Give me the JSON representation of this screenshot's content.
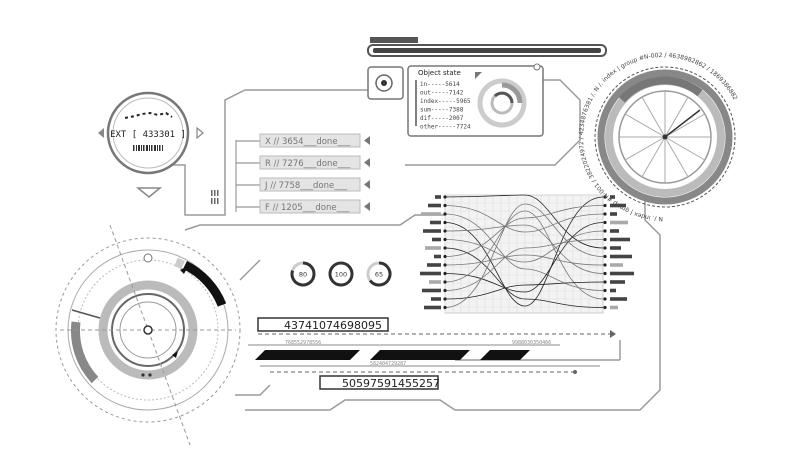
{
  "top_bar": {
    "label": ""
  },
  "ext_dial": {
    "label": "EXT [ 433301 ]"
  },
  "object_state": {
    "title": "Object state",
    "rows": [
      {
        "key": "in",
        "value": "5614"
      },
      {
        "key": "out",
        "value": "7142"
      },
      {
        "key": "index",
        "value": "5965"
      },
      {
        "key": "sum",
        "value": "7388"
      },
      {
        "key": "dif",
        "value": "2007"
      },
      {
        "key": "other",
        "value": "7724"
      }
    ]
  },
  "status_list": [
    {
      "label": "X // 3654___done___"
    },
    {
      "label": "R // 7276___done___"
    },
    {
      "label": "J // 7758___done___"
    },
    {
      "label": "F // 1205___done___"
    }
  ],
  "gauges": [
    {
      "value": "80",
      "percent": 80
    },
    {
      "value": "100",
      "percent": 100
    },
    {
      "value": "65",
      "percent": 65
    }
  ],
  "readouts": {
    "number_top": "43741074698095",
    "number_bottom": "50597591455257",
    "small_1": "768552978556",
    "small_2": "582404729287",
    "small_3": "9988030350466"
  },
  "ring_text": "N /. index | group #N-001 / 3822024972 / 4234876381 /. N /. index | group #N-002 / 4638982862 / 1869386882"
}
